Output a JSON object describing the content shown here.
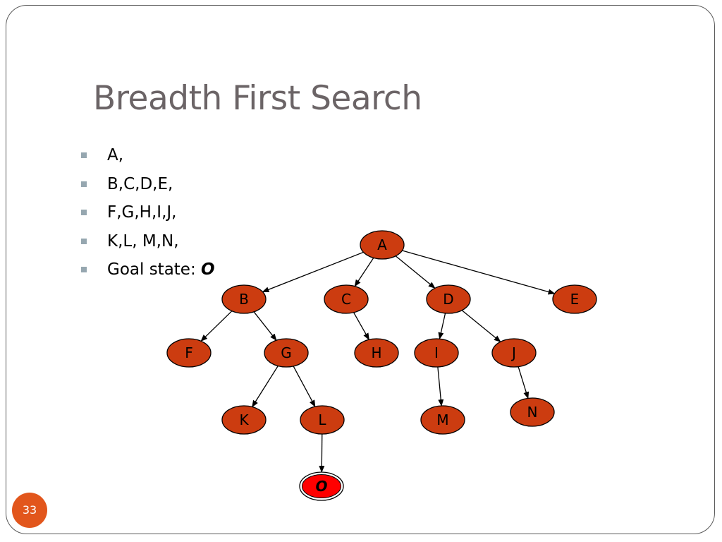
{
  "slide": {
    "title": "Breadth First Search",
    "page_number": "33"
  },
  "bullets": [
    {
      "text": "A,"
    },
    {
      "text": "B,C,D,E,"
    },
    {
      "text": "F,G,H,I,J,"
    },
    {
      "text": "K,L, M,N,"
    },
    {
      "text": "Goal state: ",
      "emphasis": "O"
    }
  ],
  "tree": {
    "node_color": "#cc3c10",
    "goal_color": "#ff0000",
    "nodes": [
      {
        "id": "A",
        "label": "A"
      },
      {
        "id": "B",
        "label": "B"
      },
      {
        "id": "C",
        "label": "C"
      },
      {
        "id": "D",
        "label": "D"
      },
      {
        "id": "E",
        "label": "E"
      },
      {
        "id": "F",
        "label": "F"
      },
      {
        "id": "G",
        "label": "G"
      },
      {
        "id": "H",
        "label": "H"
      },
      {
        "id": "I",
        "label": "I"
      },
      {
        "id": "J",
        "label": "J"
      },
      {
        "id": "K",
        "label": "K"
      },
      {
        "id": "L",
        "label": "L"
      },
      {
        "id": "M",
        "label": "M"
      },
      {
        "id": "N",
        "label": "N"
      },
      {
        "id": "O",
        "label": "O",
        "goal": true
      }
    ],
    "edges": [
      [
        "A",
        "B"
      ],
      [
        "A",
        "C"
      ],
      [
        "A",
        "D"
      ],
      [
        "A",
        "E"
      ],
      [
        "B",
        "F"
      ],
      [
        "B",
        "G"
      ],
      [
        "C",
        "H"
      ],
      [
        "D",
        "I"
      ],
      [
        "D",
        "J"
      ],
      [
        "G",
        "K"
      ],
      [
        "G",
        "L"
      ],
      [
        "I",
        "M"
      ],
      [
        "J",
        "N"
      ],
      [
        "L",
        "O"
      ]
    ]
  }
}
